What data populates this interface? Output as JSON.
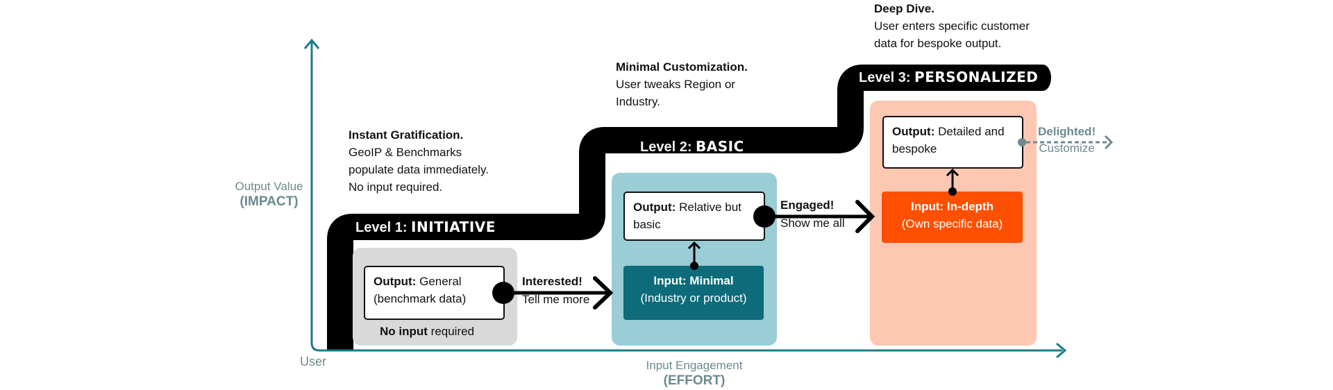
{
  "axes": {
    "y_label": "Output Value",
    "y_label_em": "(IMPACT)",
    "x_label": "Input Engagement",
    "x_label_em": "(EFFORT)",
    "origin_label": "User",
    "color": "#1b7a8c"
  },
  "levels": [
    {
      "prefix": "Level 1:",
      "name": "INITIATIVE",
      "desc_title": "Instant Gratification.",
      "desc_lines": [
        "GeoIP & Benchmarks",
        "populate data immediately.",
        "No input required."
      ],
      "output_bold": "Output:",
      "output_text": "General (benchmark data)",
      "input_note_bold": "No input",
      "input_note_rest": "required",
      "panel_color": "#d9d9d9"
    },
    {
      "prefix": "Level 2:",
      "name": "BASIC",
      "desc_title": "Minimal Customization.",
      "desc_lines": [
        "User tweaks Region or",
        "Industry."
      ],
      "output_bold": "Output:",
      "output_text": "Relative but basic",
      "input_bold": "Input: Minimal",
      "input_text": "(Industry or product)",
      "panel_color": "#9acdd6",
      "input_color": "#0d6b7a"
    },
    {
      "prefix": "Level 3:",
      "name": "PERSONALIZED",
      "desc_title": "Deep Dive.",
      "desc_lines": [
        "User enters specific customer",
        "data for bespoke output."
      ],
      "output_bold": "Output:",
      "output_text": "Detailed and bespoke",
      "input_bold": "Input: In-depth",
      "input_text": "(Own specific data)",
      "panel_color": "#fdc7b2",
      "input_color": "#ff4f00"
    }
  ],
  "transitions": [
    {
      "title": "Interested!",
      "subtitle": "Tell me more"
    },
    {
      "title": "Engaged!",
      "subtitle": "Show me all"
    },
    {
      "title": "Delighted!",
      "subtitle": "Customize"
    }
  ]
}
